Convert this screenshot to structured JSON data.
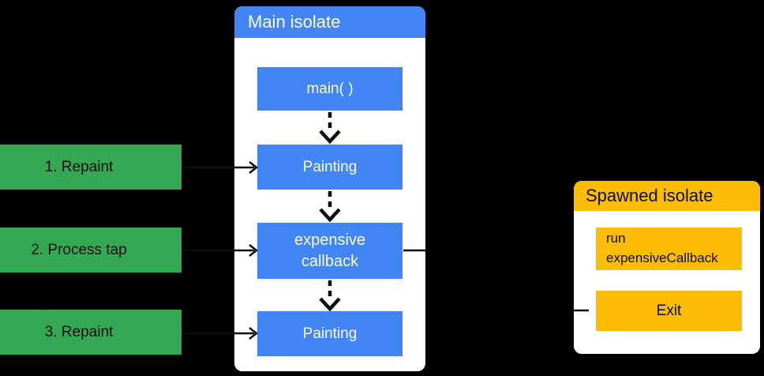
{
  "colors": {
    "bg": "#000000",
    "panel": "#FFFFFF",
    "blue": "#4285F4",
    "green": "#34A853",
    "yellow": "#FBBC04",
    "line": "#0D0D0D",
    "textLight": "#FFFFFF",
    "textDark": "#0D0D0D"
  },
  "steps": [
    {
      "label": "1. Repaint"
    },
    {
      "label": "2. Process tap"
    },
    {
      "label": "3. Repaint"
    }
  ],
  "main_isolate": {
    "title": "Main isolate",
    "nodes": [
      {
        "label": "main( )"
      },
      {
        "label": "Painting"
      },
      {
        "label": "expensive\ncallback"
      },
      {
        "label": "Painting"
      }
    ]
  },
  "spawned_isolate": {
    "title": "Spawned isolate",
    "nodes": [
      {
        "label": "run\nexpensiveCallback"
      },
      {
        "label": "Exit"
      }
    ]
  }
}
